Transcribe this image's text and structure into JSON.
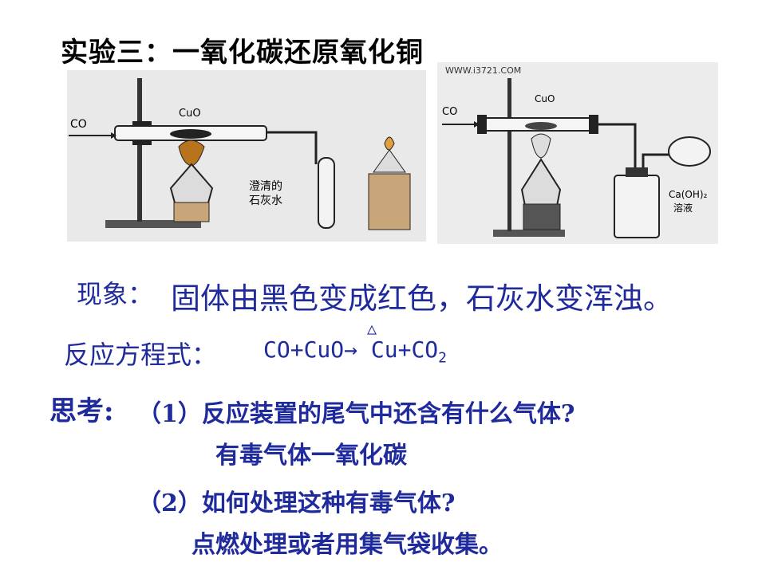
{
  "title": "实验三：一氧化碳还原氧化铜",
  "figure1": {
    "gas_label": "CO",
    "reagent_label": "CuO",
    "limewater_line1": "澄清的",
    "limewater_line2": "石灰水"
  },
  "figure2": {
    "watermark": "WWW.i3721.COM",
    "gas_label": "CO",
    "reagent_label": "CuO",
    "solution_line1": "Ca(OH)₂",
    "solution_line2": "溶液"
  },
  "phenomenon": {
    "label": "现象：",
    "text": "固体由黑色变成红色，石灰水变浑浊。"
  },
  "equation": {
    "label": "反应方程式：",
    "reactants": "CO+CuO",
    "arrow": "→",
    "condition": "△",
    "products": "Cu+CO",
    "subscript": "2"
  },
  "think": {
    "label": "思考:",
    "q1": "（1）反应装置的尾气中还含有什么气体?",
    "a1": "有毒气体一氧化碳",
    "q2": "（2）如何处理这种有毒气体?",
    "a2": "点燃处理或者用集气袋收集。"
  },
  "colors": {
    "text_blue": "#1f2a9c",
    "title": "#000000"
  }
}
